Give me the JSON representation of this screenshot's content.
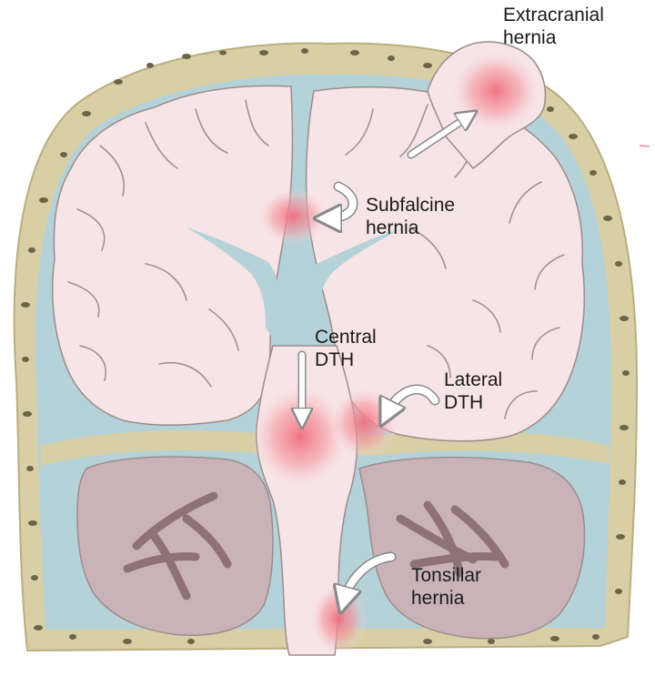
{
  "labels": {
    "extracranial": {
      "line1": "Extracranial",
      "line2": "hernia"
    },
    "subfalcine": {
      "line1": "Subfalcine",
      "line2": "hernia"
    },
    "central": {
      "line1": "Central",
      "line2": "DTH"
    },
    "lateral": {
      "line1": "Lateral",
      "line2": "DTH"
    },
    "tonsillar": {
      "line1": "Tonsillar",
      "line2": "hernia"
    }
  },
  "colors": {
    "skull": "#d8cfa6",
    "skull_holes": "#6b6446",
    "brain": "#f7e4e6",
    "brain_outline": "#9c8c8c",
    "csf": "#b4d2d8",
    "cerebellum": "#c9b3b9",
    "cerebellum_core": "#8f7279",
    "herniation": "#f07a84",
    "arrow_fill": "#ffffff",
    "arrow_stroke": "#8a8a8a",
    "text": "#1a1a1a"
  }
}
